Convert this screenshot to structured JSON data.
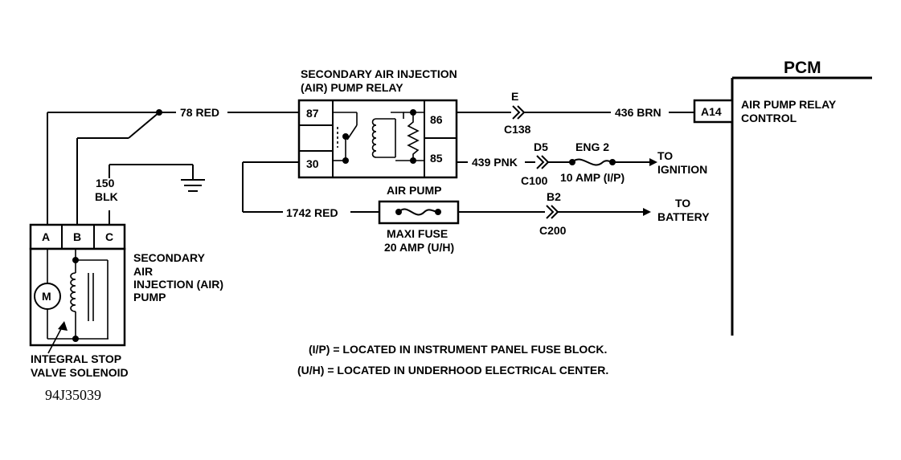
{
  "pcm": {
    "title": "PCM",
    "pin": "A14",
    "function_line1": "AIR PUMP RELAY",
    "function_line2": "CONTROL"
  },
  "relay": {
    "title_line1": "SECONDARY AIR INJECTION",
    "title_line2": "(AIR) PUMP RELAY",
    "terminal_87": "87",
    "terminal_86": "86",
    "terminal_85": "85",
    "terminal_30": "30"
  },
  "pump": {
    "connector_a": "A",
    "connector_b": "B",
    "connector_c": "C",
    "motor": "M",
    "name_line1": "SECONDARY",
    "name_line2": "AIR",
    "name_line3": "INJECTION (AIR)",
    "name_line4": "PUMP",
    "solenoid_line1": "INTEGRAL STOP",
    "solenoid_line2": "VALVE SOLENOID"
  },
  "wires": {
    "w78": "78 RED",
    "w150_num": "150",
    "w150_color": "BLK",
    "w436": "436 BRN",
    "w439": "439 PNK",
    "w1742": "1742 RED"
  },
  "connectors": {
    "c138_pin": "E",
    "c138": "C138",
    "c100_pin": "D5",
    "c100": "C100",
    "c200_pin": "B2",
    "c200": "C200"
  },
  "fuses": {
    "eng2_name": "ENG 2",
    "eng2_rating": "10 AMP (I/P)",
    "air_pump_name": "AIR PUMP",
    "maxi_line1": "MAXI FUSE",
    "maxi_line2": "20 AMP (U/H)"
  },
  "destinations": {
    "ignition_line1": "TO",
    "ignition_line2": "IGNITION",
    "battery_line1": "TO",
    "battery_line2": "BATTERY"
  },
  "notes": {
    "ip": "(I/P)  =  LOCATED IN INSTRUMENT PANEL FUSE BLOCK.",
    "uh": "(U/H)  =  LOCATED IN UNDERHOOD ELECTRICAL CENTER."
  },
  "figure_code": "94J35039"
}
